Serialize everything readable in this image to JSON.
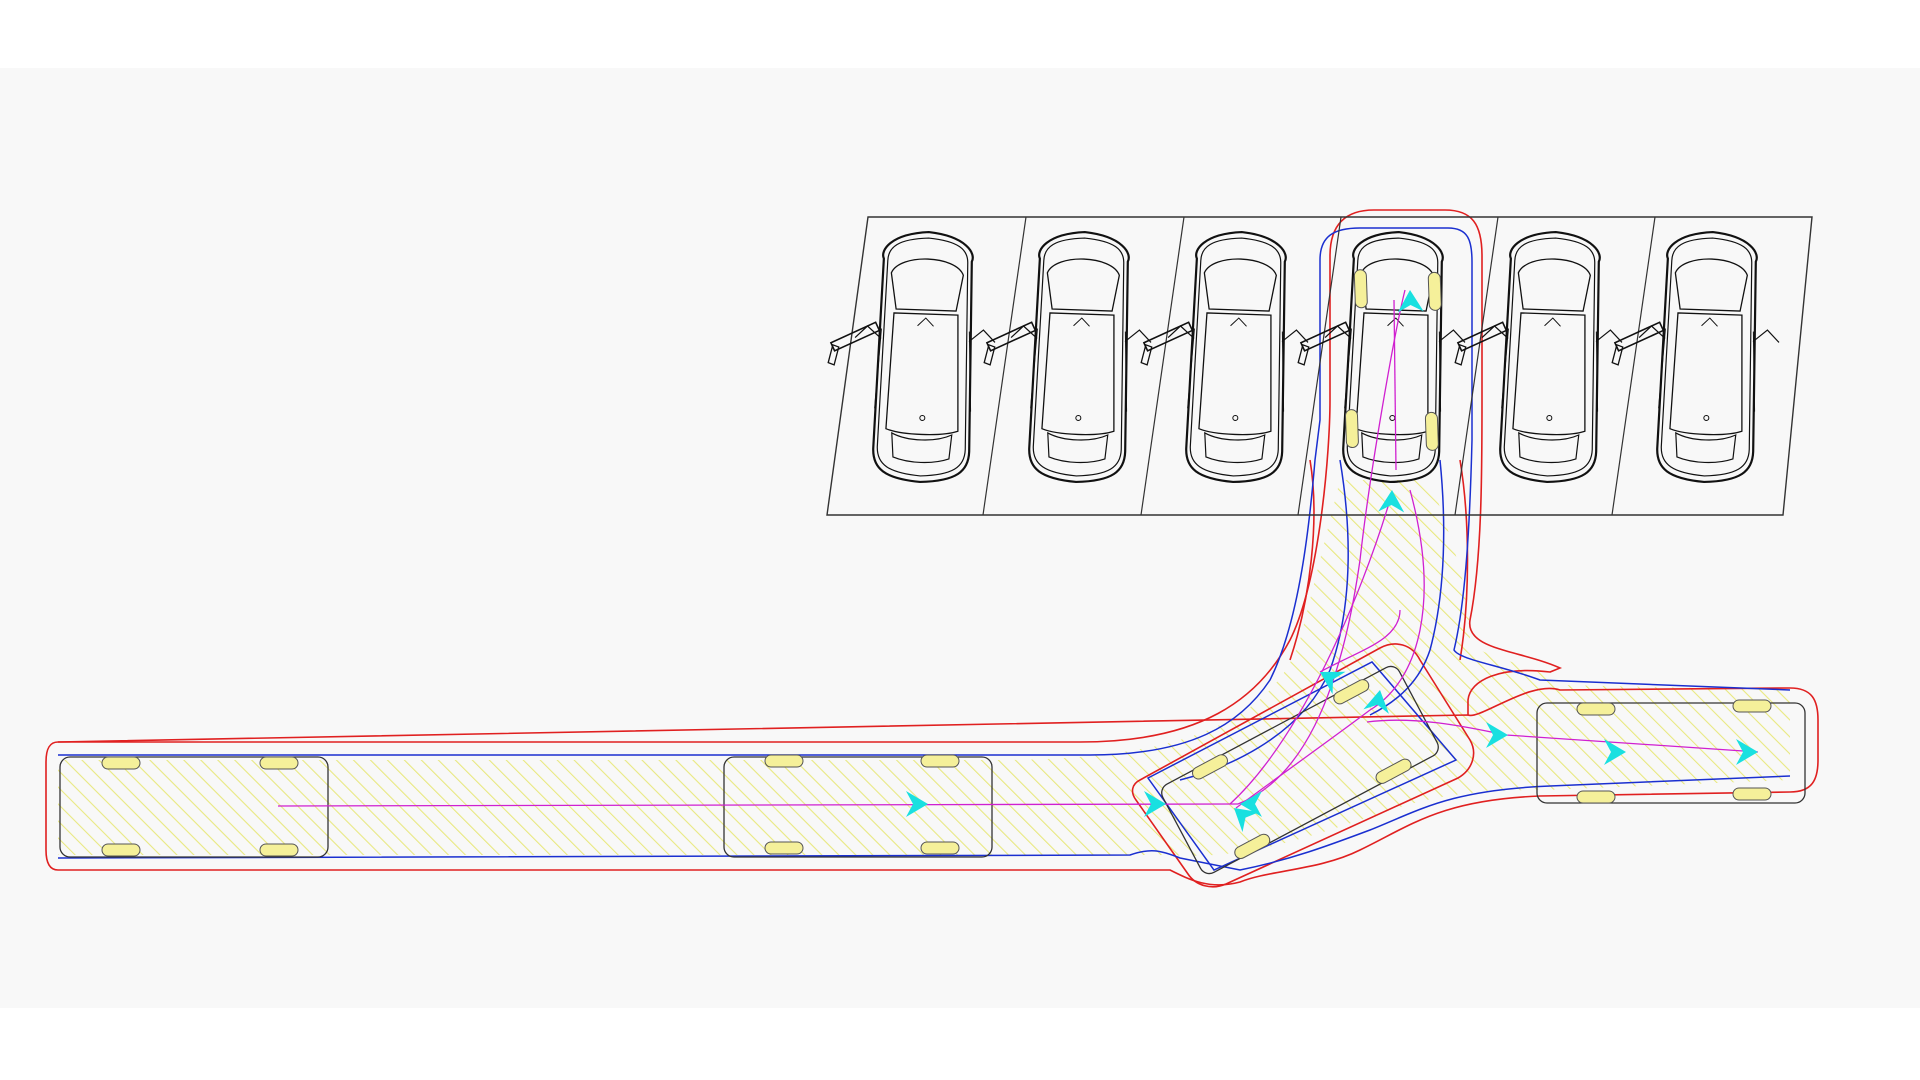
{
  "diagram": {
    "kind": "vehicle-swept-path",
    "colors": {
      "background": "#f8f8f8",
      "outer_clearance": "#e02020",
      "inner_clearance": "#1a2fd0",
      "path": "#d020d0",
      "arrow": "#19e0e0",
      "hatch": "#e8e880",
      "wheel": "#f5f09a",
      "car_outline": "#111111",
      "bay_line": "#333333"
    },
    "parking_row": {
      "bay_count": 6,
      "active_bay": 4,
      "door_open_bays": [
        1,
        2,
        3,
        4,
        5,
        6
      ]
    },
    "vehicle_snapshots": 5,
    "icons": {
      "direction_marker": "arrow-head-icon",
      "parked_car": "car-top-view-icon"
    }
  }
}
